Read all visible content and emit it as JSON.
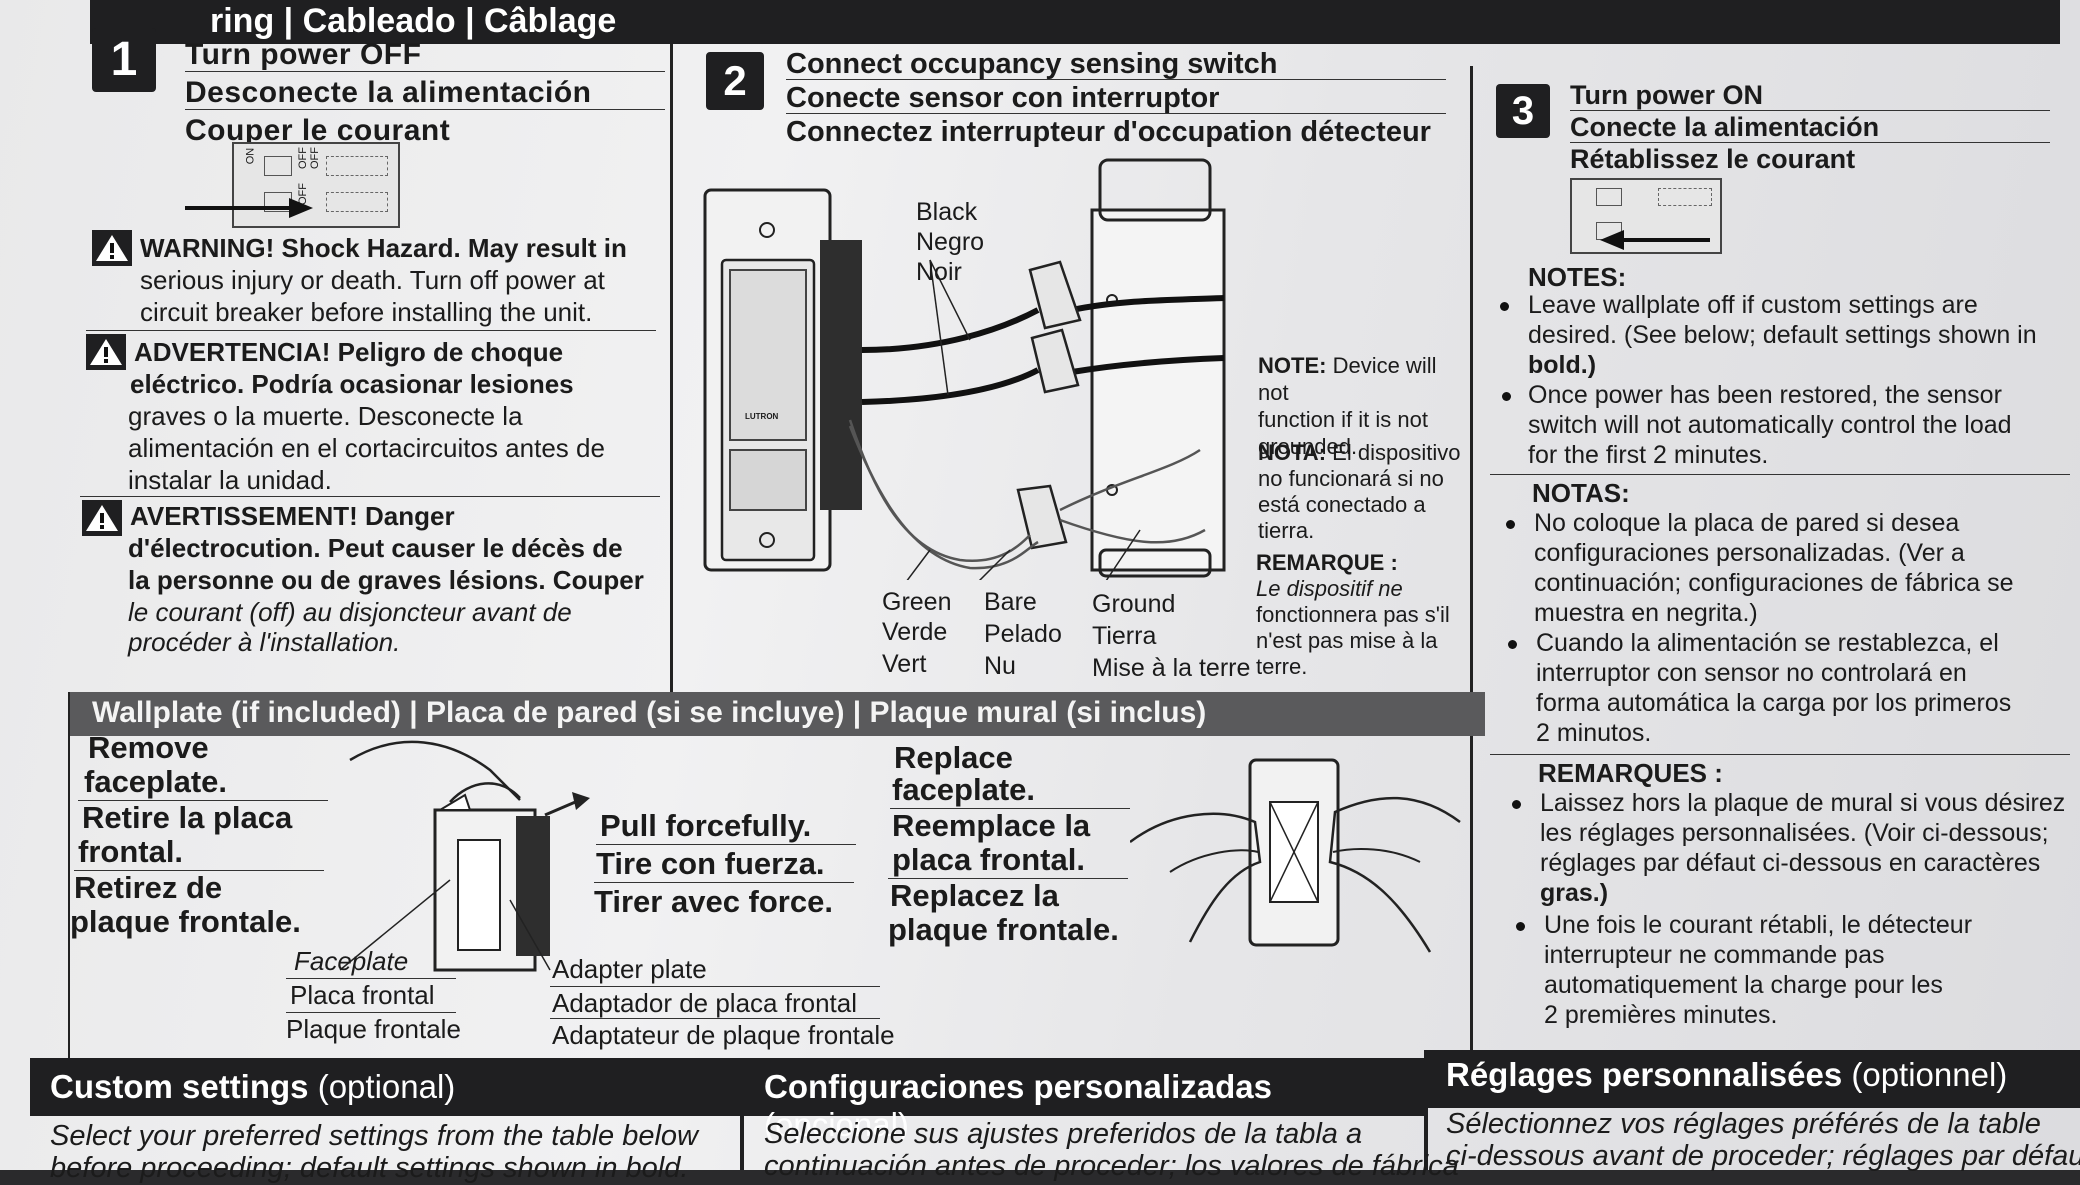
{
  "section_header": "ring | Cableado | Câblage",
  "step1": {
    "number": "1",
    "title_en": "Turn power OFF",
    "title_es": "Desconecte la alimentación",
    "title_fr": "Couper le courant",
    "breaker_labels": [
      "ON",
      "OFF",
      "OFF",
      "OFF"
    ],
    "warning_en": {
      "lines": [
        "WARNING! Shock Hazard. May result in",
        "serious injury or death. Turn off power at",
        "circuit breaker before installing the unit."
      ]
    },
    "warning_es": {
      "lines": [
        "ADVERTENCIA! Peligro de choque",
        "eléctrico. Podría ocasionar lesiones",
        "graves o la muerte. Desconecte la",
        "alimentación en el cortacircuitos antes de",
        "instalar la unidad."
      ]
    },
    "warning_fr": {
      "lines": [
        "AVERTISSEMENT! Danger",
        "d'électrocution. Peut causer le décès de",
        "la personne ou de graves lésions. Couper",
        "le courant (off) au disjoncteur avant de",
        "procéder à l'installation."
      ]
    }
  },
  "step2": {
    "number": "2",
    "title_en": "Connect occupancy sensing switch",
    "title_es": "Conecte sensor con interruptor",
    "title_fr": "Connectez interrupteur d'occupation détecteur",
    "device_brand": "LUTRON",
    "wire_black": [
      "Black",
      "Negro",
      "Noir"
    ],
    "wire_green": [
      "Green",
      "Verde",
      "Vert"
    ],
    "wire_bare": [
      "Bare",
      "Pelado",
      "Nu"
    ],
    "wire_ground": [
      "Ground",
      "Tierra",
      "Mise à la terre"
    ],
    "note_en": {
      "label": "NOTE:",
      "lines": [
        "Device will not",
        "function if it is not",
        "grounded."
      ]
    },
    "note_es": {
      "label": "NOTA:",
      "lines": [
        "El dispositivo",
        "no funcionará si no",
        "está conectado a",
        "tierra."
      ]
    },
    "note_fr": {
      "label": "REMARQUE :",
      "lines": [
        "Le dispositif ne",
        "fonctionnera pas s'il",
        "n'est pas mise à la",
        "terre."
      ]
    }
  },
  "step3": {
    "number": "3",
    "title_en": "Turn power ON",
    "title_es": "Conecte la alimentación",
    "title_fr": "Rétablissez le courant",
    "notes_en": {
      "heading": "NOTES:",
      "items": [
        [
          "Leave wallplate off if custom settings are",
          "desired. (See below; default settings shown in",
          "bold.)"
        ],
        [
          "Once power has been restored, the sensor",
          "switch will not automatically control the load",
          "for the first 2 minutes."
        ]
      ]
    },
    "notes_es": {
      "heading": "NOTAS:",
      "items": [
        [
          "No coloque la placa de pared si desea",
          "configuraciones personalizadas. (Ver a",
          "continuación; configuraciones de fábrica se",
          "muestra en negrita.)"
        ],
        [
          "Cuando la alimentación se restablezca, el",
          "interruptor con sensor no controlará en",
          "forma automática la carga por los primeros",
          "2 minutos."
        ]
      ]
    },
    "notes_fr": {
      "heading": "REMARQUES :",
      "items": [
        [
          "Laissez hors la plaque de mural si vous désirez",
          "les réglages personnalisées. (Voir ci-dessous;",
          "réglages par défaut ci-dessous en caractères",
          "gras.)"
        ],
        [
          "Une fois le courant rétabli, le détecteur",
          "interrupteur ne commande pas",
          "automatiquement la charge pour les",
          "2 premières minutes."
        ]
      ]
    }
  },
  "wallplate": {
    "header": "Wallplate (if included) | Placa de pared (si se incluye) | Plaque mural (si inclus)",
    "remove": [
      "Remove",
      "faceplate.",
      "Retire la placa",
      "frontal.",
      "Retirez de",
      "plaque frontale."
    ],
    "pull": [
      "Pull forcefully.",
      "Tire con fuerza.",
      "Tirer avec force."
    ],
    "replace": [
      "Replace",
      "faceplate.",
      "Reemplace la",
      "placa frontal.",
      "Replacez la",
      "plaque frontale."
    ],
    "faceplate_caption": [
      "Faceplate",
      "Placa frontal",
      "Plaque frontale"
    ],
    "adapter_caption": [
      "Adapter plate",
      "Adaptador de placa frontal",
      "Adaptateur de plaque frontale"
    ]
  },
  "custom": {
    "en": {
      "title": "Custom settings",
      "opt": "(optional)",
      "lines": [
        "Select your preferred settings from the table below",
        "before proceeding; default settings shown in bold."
      ]
    },
    "es": {
      "title": "Configuraciones personalizadas",
      "opt": "(opcional)",
      "lines": [
        "Seleccione sus ajustes preferidos de la tabla a",
        "continuación antes de proceder; los valores de fábrica"
      ]
    },
    "fr": {
      "title": "Réglages personnalisées",
      "opt": "(optionnel)",
      "lines": [
        "Sélectionnez vos réglages préférés de la table",
        "ci-dessous avant de proceder; réglages par défaut"
      ]
    }
  }
}
